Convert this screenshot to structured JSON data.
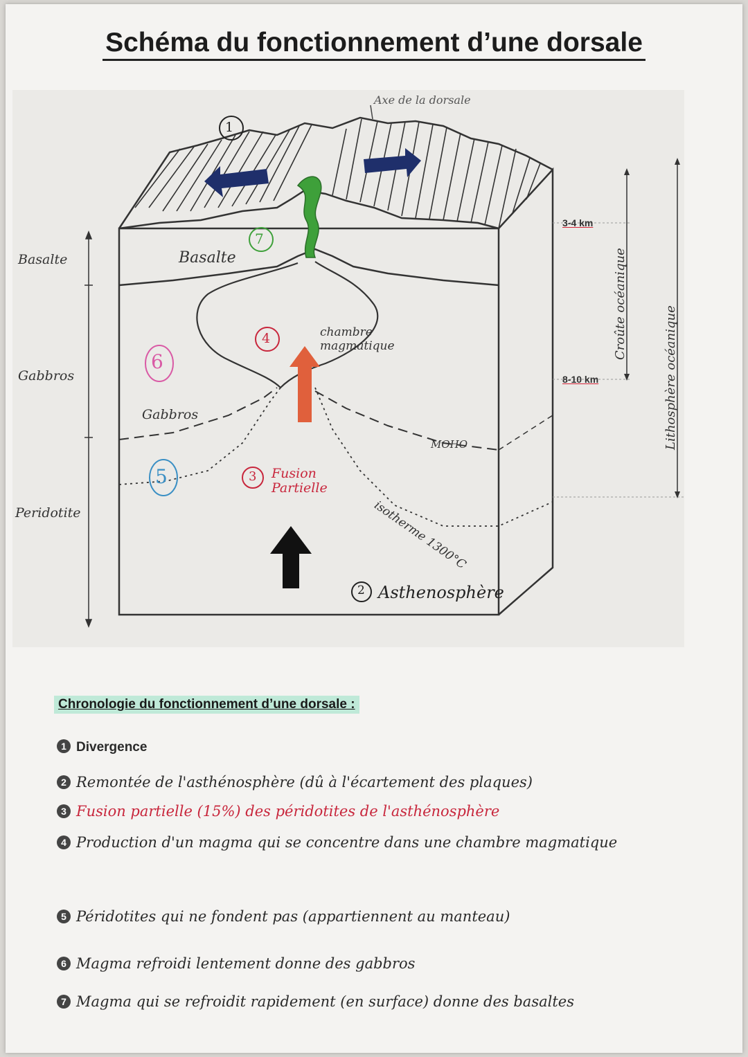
{
  "title": "Schéma du fonctionnement d’une dorsale",
  "diagram": {
    "axis_label": "Axe de la dorsale",
    "left_layers": [
      "Basalte",
      "Gabbros",
      "Peridotite"
    ],
    "inner_labels": {
      "basalte": "Basalte",
      "chambre": "chambre magmatique",
      "gabbros": "Gabbros",
      "moho": "MOHO",
      "fusion": "Fusion Partielle",
      "isotherme": "isotherme 1300°C",
      "asthenosphere": "Asthenosphère"
    },
    "markers": [
      "1",
      "2",
      "3",
      "4",
      "5",
      "6",
      "7"
    ],
    "depths": [
      "3-4 km",
      "8-10 km"
    ],
    "right_labels": [
      "Croûte océanique",
      "Lithosphère océanique"
    ],
    "colors": {
      "plate_arrow": "#1f2f6b",
      "magma_rise": "#e0603c",
      "basalt_green": "#3ea03a",
      "depth_red": "#d42236",
      "marker_6": "#d95aa5",
      "marker_5": "#3a8fc4"
    }
  },
  "chronology": {
    "heading": "Chronologie du fonctionnement d’une dorsale :",
    "steps": [
      {
        "n": "1",
        "text": "Divergence"
      },
      {
        "n": "2",
        "text": "Remontée de l'asthénosphère (dû à l'écartement des plaques)"
      },
      {
        "n": "3",
        "text": "Fusion partielle (15%) des péridotites de l'asthénosphère"
      },
      {
        "n": "4",
        "text": "Production d'un magma qui se concentre dans une chambre magmatique"
      },
      {
        "n": "5",
        "text": "Péridotites qui ne fondent pas (appartiennent au manteau)"
      },
      {
        "n": "6",
        "text": "Magma refroidi lentement donne des gabbros"
      },
      {
        "n": "7",
        "text": "Magma qui se refroidit rapidement (en surface) donne des basaltes"
      }
    ]
  }
}
